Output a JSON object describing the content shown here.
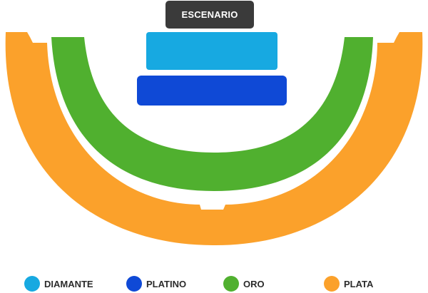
{
  "stage": {
    "label": "ESCENARIO",
    "color": "#3a3a3a"
  },
  "sections": [
    {
      "id": "diamante",
      "label": "DIAMANTE",
      "color": "#17a9e1",
      "icon": "diamante-swatch-icon"
    },
    {
      "id": "platino",
      "label": "PLATINO",
      "color": "#0f49d6",
      "icon": "platino-swatch-icon"
    },
    {
      "id": "oro",
      "label": "ORO",
      "color": "#50b02f",
      "icon": "oro-swatch-icon"
    },
    {
      "id": "plata",
      "label": "PLATA",
      "color": "#fba12b",
      "icon": "plata-swatch-icon"
    }
  ],
  "legend": {
    "items": [
      {
        "label": "DIAMANTE",
        "color": "#17a9e1"
      },
      {
        "label": "PLATINO",
        "color": "#0f49d6"
      },
      {
        "label": "ORO",
        "color": "#50b02f"
      },
      {
        "label": "PLATA",
        "color": "#fba12b"
      }
    ]
  }
}
